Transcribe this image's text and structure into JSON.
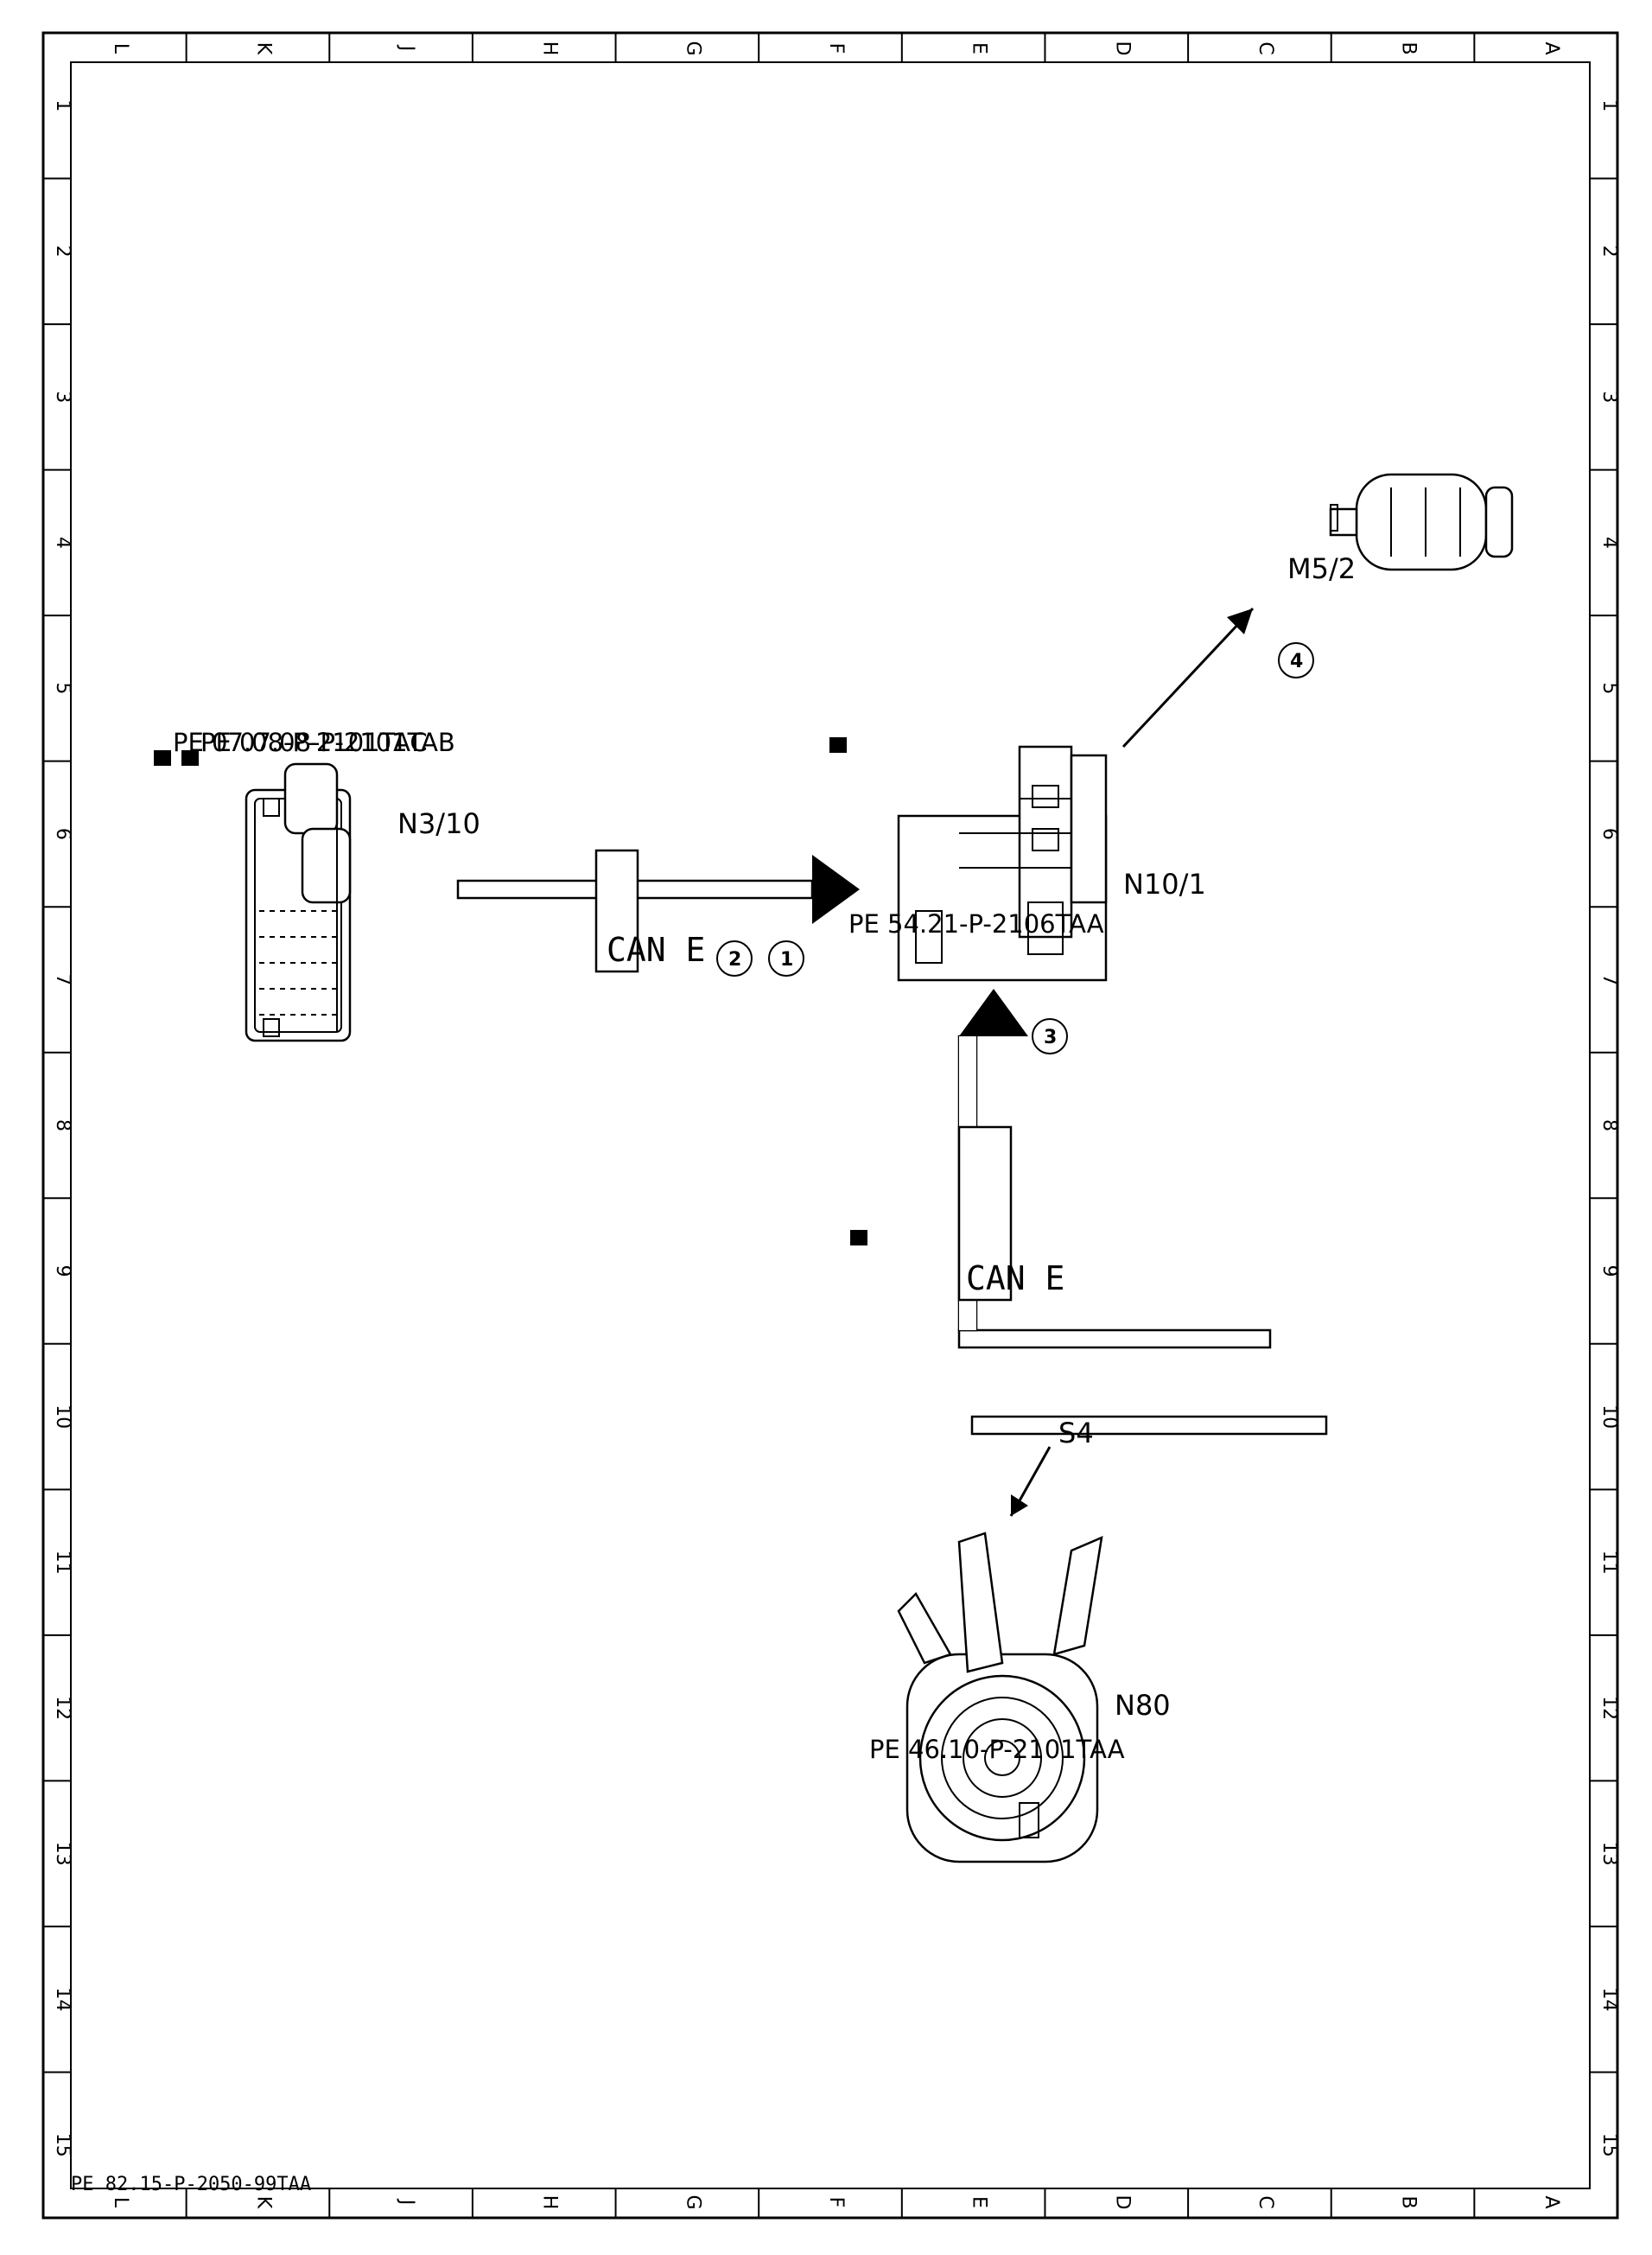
{
  "grid": {
    "letters": [
      "L",
      "K",
      "J",
      "H",
      "G",
      "F",
      "E",
      "D",
      "C",
      "B",
      "A"
    ],
    "numbers": [
      "1",
      "2",
      "3",
      "4",
      "5",
      "6",
      "7",
      "8",
      "9",
      "10",
      "11",
      "12",
      "13",
      "14",
      "15"
    ]
  },
  "components": {
    "n3_10": {
      "label": "N3/10",
      "refs": [
        "PE 07.08-P-2101TAB",
        "PE 07.08-P-2101TAC"
      ]
    },
    "n10_1": {
      "label": "N10/1",
      "refs": [
        "PE 54.21-P-2106TAA"
      ]
    },
    "m5_2": {
      "label": "M5/2"
    },
    "n80": {
      "label": "N80",
      "refs": [
        "PE 46.10-P-2101TAA"
      ]
    },
    "s4": {
      "label": "S4"
    }
  },
  "connections": {
    "can_top": {
      "bus": "CAN E",
      "callouts": [
        "1",
        "2"
      ]
    },
    "can_bottom": {
      "bus": "CAN E",
      "callouts": [
        "3"
      ]
    },
    "m5_link": {
      "callouts": [
        "4"
      ]
    }
  },
  "document_id": "PE 82.15-P-2050-99TAA"
}
